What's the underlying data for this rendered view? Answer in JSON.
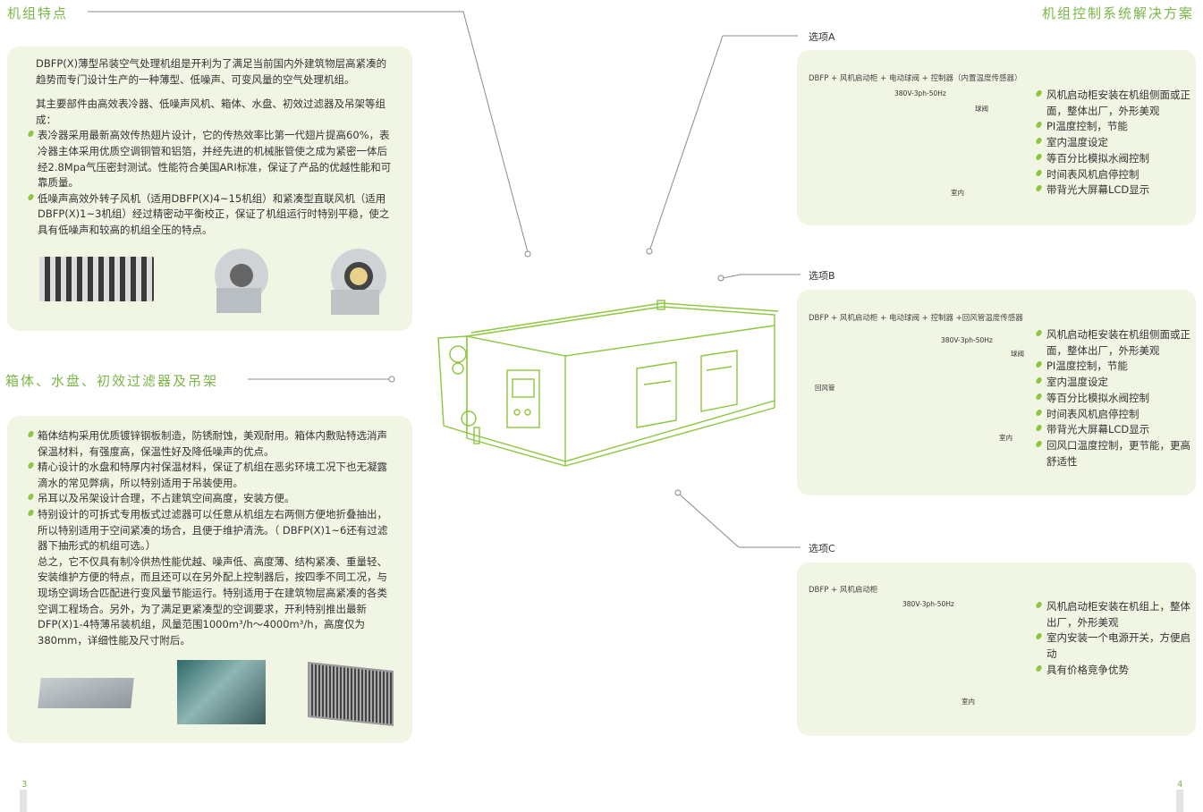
{
  "left": {
    "section1_title": "机组特点",
    "intro": "DBFP(X)薄型吊装空气处理机组是开利为了满足当前国内外建筑物层高紧凑的趋势而专门设计生产的一种薄型、低噪声、可变风量的空气处理机组。",
    "components_intro": "其主要部件由高效表冷器、低噪声风机、箱体、水盘、初效过滤器及吊架等组成：",
    "bullets1": [
      "表冷器采用最新高效传热翅片设计，它的传热效率比第一代翅片提高60%，表冷器主体采用优质空调铜管和铝箔，并经先进的机械胀管使之成为紧密一体后经2.8Mpa气压密封测试。性能符合美国ARI标准，保证了产品的优越性能和可靠质量。",
      "低噪声高效外转子风机（适用DBFP(X)4~15机组）和紧凑型直联风机（适用DBFP(X)1~3机组）经过精密动平衡校正，保证了机组运行时特别平稳，使之具有低噪声和较高的机组全压的特点。"
    ],
    "section2_title": "箱体、水盘、初效过滤器及吊架",
    "bullets2": [
      "箱体结构采用优质镀锌钢板制造，防锈耐蚀，美观耐用。箱体内敷贴特选消声保温材料，有强度高，保温性好及降低噪声的优点。",
      "精心设计的水盘和特厚内衬保温材料，保证了机组在恶劣环境工况下也无凝露滴水的常见弊病，所以特别适用于吊装使用。",
      "吊耳以及吊架设计合理，不占建筑空间高度，安装方便。",
      "特别设计的可拆式专用板式过滤器可以任意从机组左右两侧方便地折叠抽出，所以特别适用于空间紧凑的场合，且便于维护清洗。（ DBFP(X)1~6还有过滤器下抽形式的机组可选。）"
    ],
    "summary": "总之，它不仅具有制冷供热性能优越、噪声低、高度薄、结构紧凑、重量轻、安装维护方便的特点，而且还可以在另外配上控制器后，按四季不同工况，与现场空调场合匹配进行变风量节能运行。特别适用于在建筑物层高紧凑的各类空调工程场合。另外，为了满足更紧凑型的空调要求，开利特别推出最新DFP(X)1-4特薄吊装机组，风量范围1000m³/h～4000m³/h，高度仅为380mm，详细性能及尺寸附后。",
    "page_number": "3"
  },
  "right": {
    "title": "机组控制系统解决方案",
    "page_number": "4",
    "options": [
      {
        "label": "选项A",
        "subtitle": "DBFP + 风机启动柜 + 电动球阀 + 控制器（内置温度传感器）",
        "power": "380V-3ph-50Hz",
        "valve": "球阀",
        "room": "室内",
        "features": [
          "风机启动柜安装在机组侧面或正面，整体出厂，外形美观",
          "PI温度控制，节能",
          "室内温度设定",
          "等百分比模拟水阀控制",
          "时间表风机启停控制",
          "带背光大屏幕LCD显示"
        ]
      },
      {
        "label": "选项B",
        "subtitle": "DBFP + 风机启动柜 + 电动球阀 + 控制器 +回风管温度传感器",
        "power": "380V-3ph-50Hz",
        "valve": "球阀",
        "room": "室内",
        "duct": "回风管",
        "features": [
          "风机启动柜安装在机组侧面或正面，整体出厂，外形美观",
          "PI温度控制，节能",
          "室内温度设定",
          "等百分比模拟水阀控制",
          "时间表风机启停控制",
          "带背光大屏幕LCD显示",
          "回风口温度控制，更节能，更高舒适性"
        ]
      },
      {
        "label": "选项C",
        "subtitle": "DBFP + 风机启动柜",
        "power": "380V-3ph-50Hz",
        "room": "室内",
        "features": [
          "风机启动柜安装在机组上，整体出厂，外形美观",
          "室内安装一个电源开关，方便启动",
          "具有价格竞争优势"
        ]
      }
    ]
  },
  "colors": {
    "accent": "#7ab648",
    "panel": "#f1f6e4",
    "line": "#8a8a8a"
  }
}
